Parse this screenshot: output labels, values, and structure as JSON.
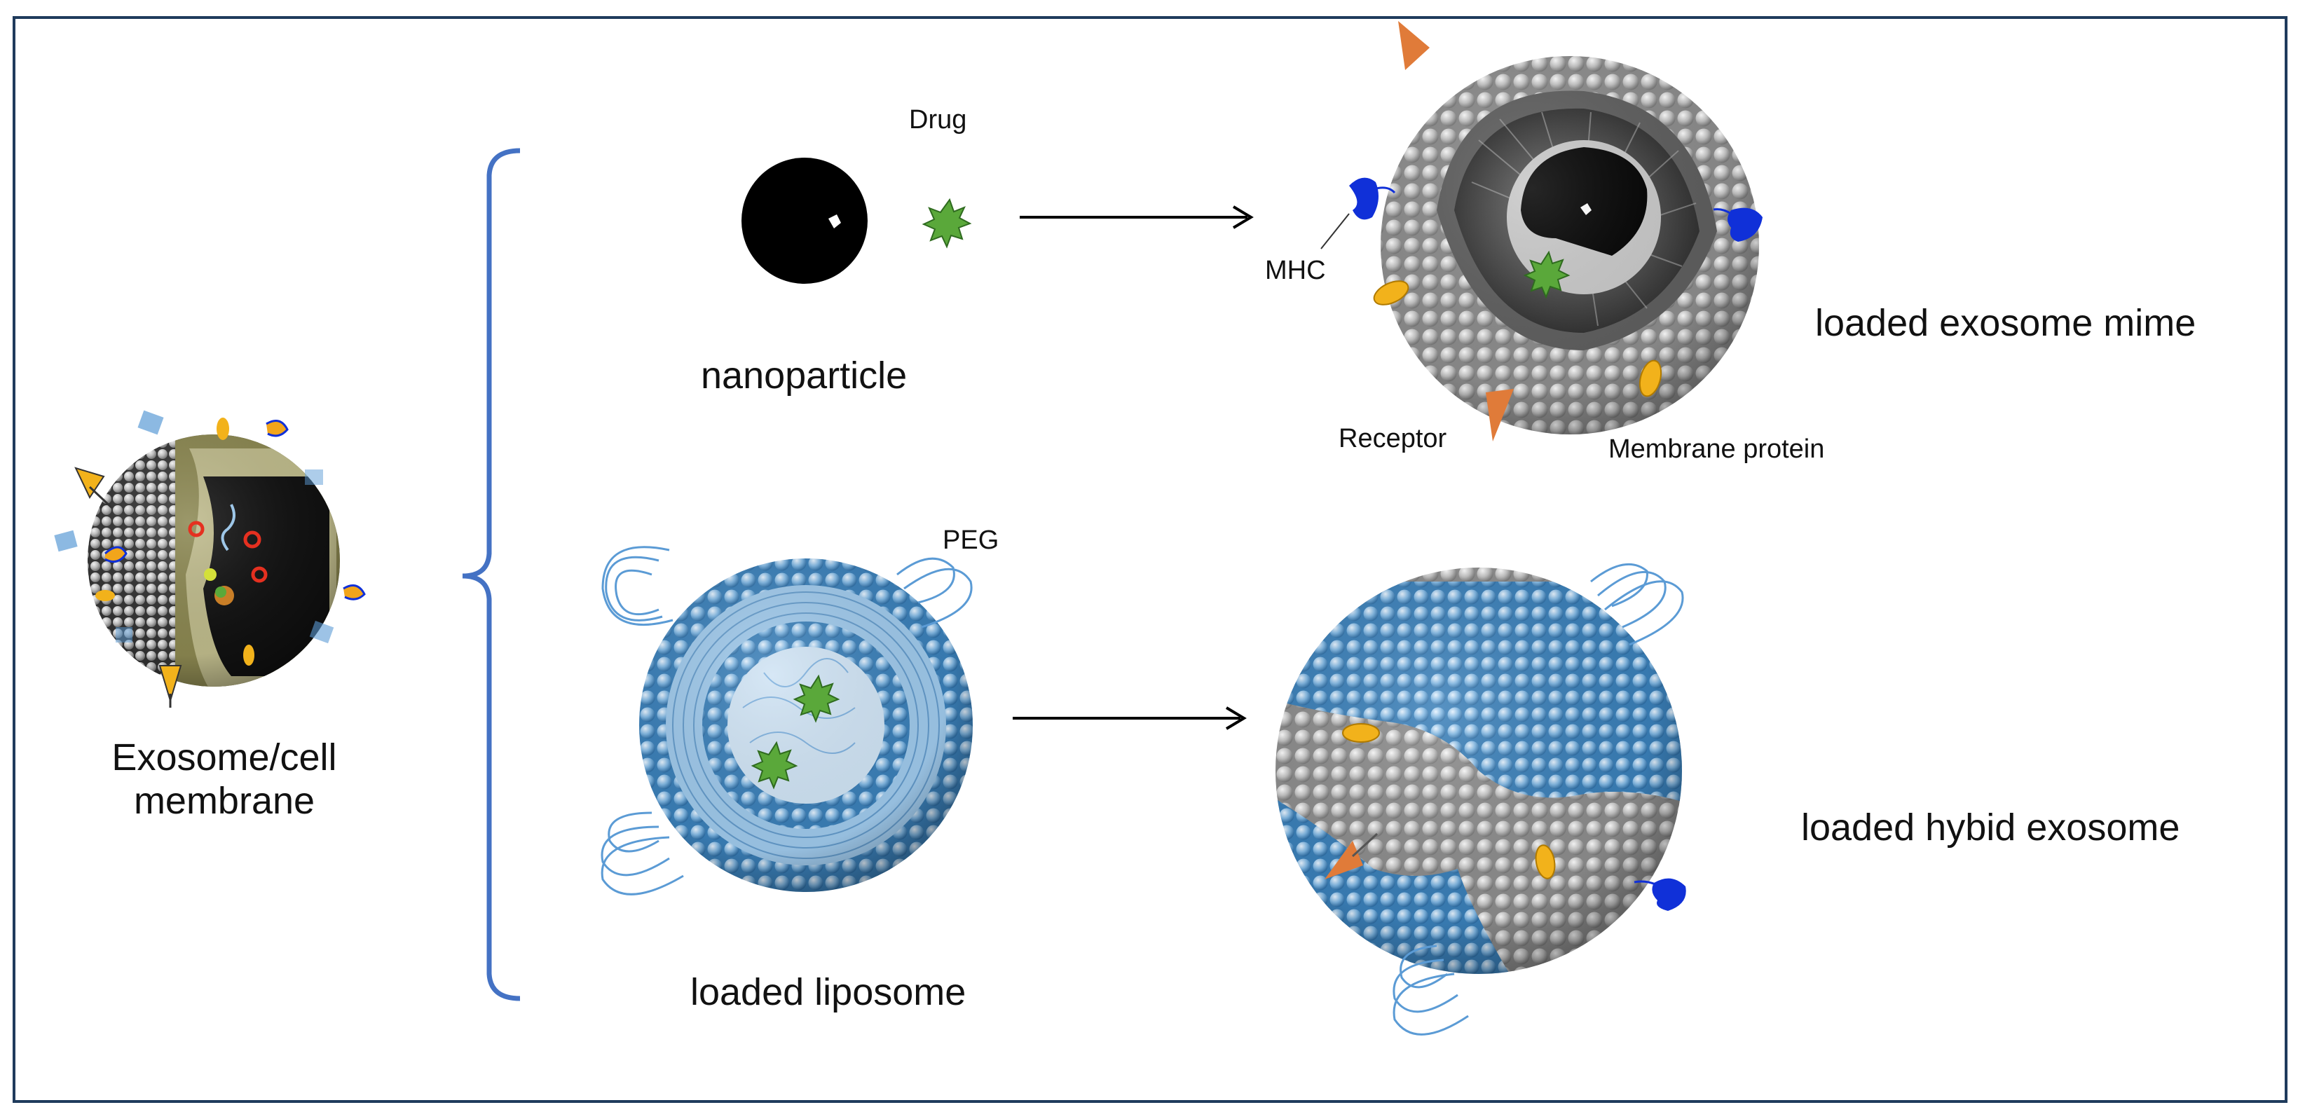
{
  "labels": {
    "exosome_line1": "Exosome/cell",
    "exosome_line2": "membrane",
    "drug": "Drug",
    "nanoparticle": "nanoparticle",
    "mhc": "MHC",
    "receptor": "Receptor",
    "membrane_protein": "Membrane protein",
    "loaded_exosome_mime": "loaded exosome mime",
    "peg": "PEG",
    "loaded_liposome": "loaded liposome",
    "loaded_hybid_exosome": "loaded hybid exosome"
  },
  "icons": [
    "exosome-icon",
    "nanoparticle-icon",
    "drug-icon",
    "exosome-mime-icon",
    "liposome-icon",
    "hybrid-exosome-icon",
    "mhc-icon",
    "receptor-icon",
    "membrane-protein-icon",
    "peg-icon"
  ],
  "colors": {
    "frame": "#1f3b5c",
    "bracket": "#4472c4",
    "drug": "#5aa83a",
    "receptor": "#e07b39",
    "membrane_protein": "#f2b21b",
    "mhc": "#1030d8",
    "liposome_blue": "#5b9bd5",
    "gray_lipid": "#a6a6a6"
  }
}
